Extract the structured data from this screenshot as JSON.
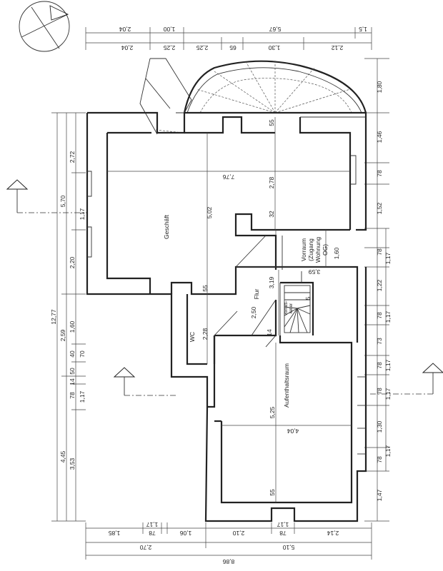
{
  "rooms": {
    "geschaeft": "Geschäft",
    "wc": "WC",
    "flur": "Flur",
    "vorraum_1": "Vorraum",
    "vorraum_2": "(Zugang",
    "vorraum_3": "Wohnung",
    "vorraum_4": "OG)",
    "aufenthalt": "Aufenthaltsraum",
    "vorratskeller_1": "Vorrats-",
    "vorratskeller_2": "keller",
    "flur_ht": "2,50"
  },
  "dims_top_outer": [
    "2,04",
    "1,00",
    "5,67",
    "1,5"
  ],
  "dims_top_inner": [
    "2,04",
    "2,25",
    "2,25",
    "65",
    "1,30",
    "2,12"
  ],
  "dims_left_outer": "12,77",
  "dims_left_mid": [
    "5,70",
    "2,59",
    "4,45"
  ],
  "dims_left_inner": [
    "2,72",
    "1,17",
    "2,20",
    "1,60",
    "40",
    "70",
    "50",
    "14",
    "78",
    "1,17",
    "3,53"
  ],
  "dims_right": [
    "1,80",
    "1,46",
    "78",
    "1,52",
    "78",
    "1,17",
    "1,22",
    "78",
    "1,17",
    "73",
    "78",
    "1,17",
    "78",
    "1,17",
    "1,30",
    "1,17",
    "78",
    "1,47"
  ],
  "dims_bottom_inner": [
    "1,85",
    "78",
    "1,17",
    "1,06",
    "2,10",
    "78",
    "1,17",
    "2,14"
  ],
  "dims_bottom_mid": [
    "2,70",
    "5,10"
  ],
  "dims_bottom_outer": "8,86",
  "dims_interior": {
    "d776": "7,76",
    "d502": "5,02",
    "d278": "2,78",
    "d55a": "55",
    "d32": "32",
    "d319": "3,19",
    "d55b": "55",
    "d228": "2,28",
    "d359": "3,59",
    "d160": "1,60",
    "d525": "5,25",
    "d404": "4,04",
    "d55c": "55",
    "d14": "14",
    "d5": "5"
  }
}
